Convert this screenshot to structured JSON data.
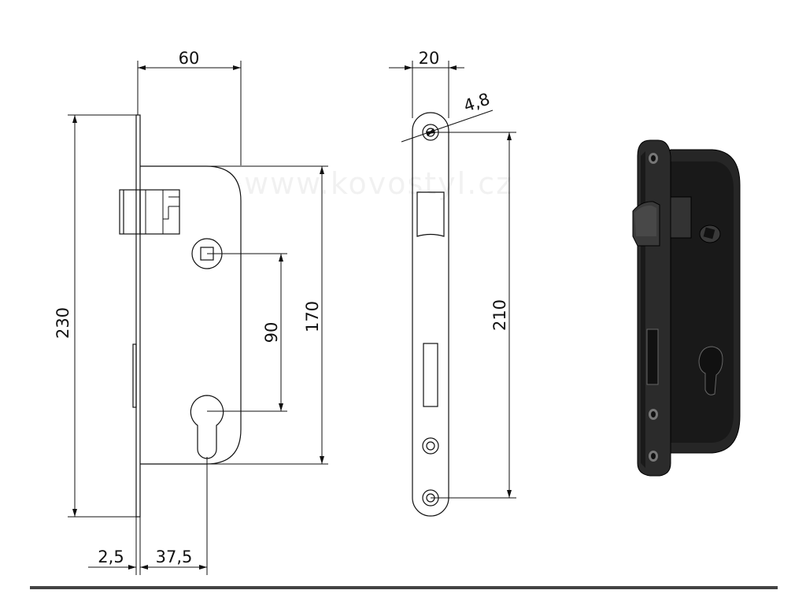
{
  "dimensions": {
    "case_width": "60",
    "faceplate_width": "20",
    "screw_hole_diameter": "4,8",
    "total_height": "230",
    "case_height": "170",
    "handle_to_cylinder_distance": "90",
    "screw_spacing": "210",
    "faceplate_thickness": "2,5",
    "backset": "37,5"
  },
  "watermark": "www.kovostyl.cz",
  "colors": {
    "line": "#111111",
    "lock_body": "#1a1a1a",
    "background": "#ffffff",
    "bottom_rule": "#444444"
  }
}
